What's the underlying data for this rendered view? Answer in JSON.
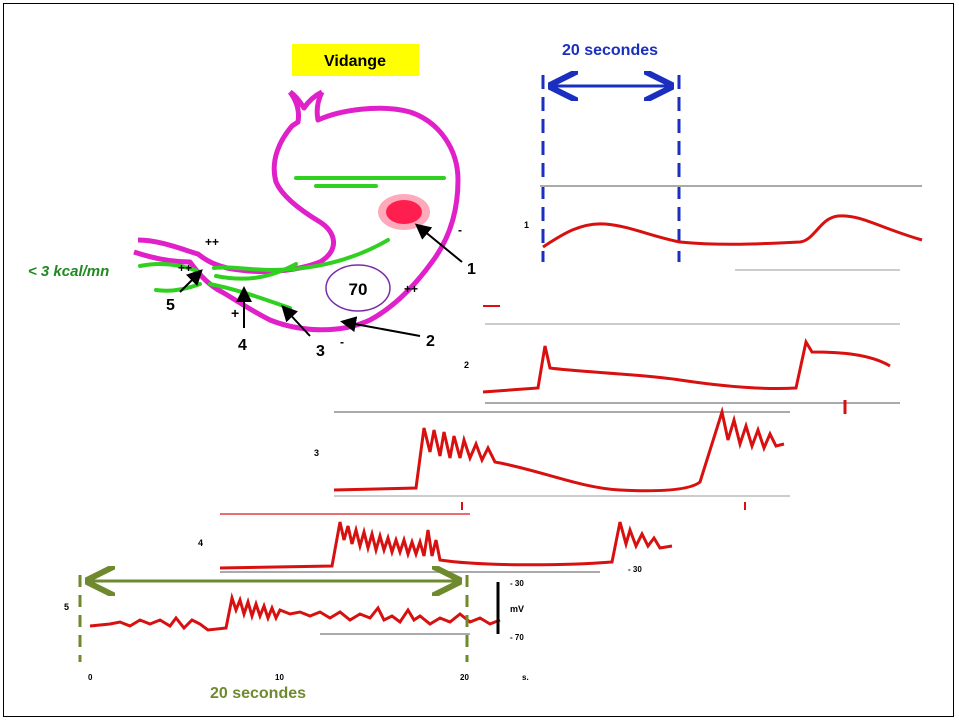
{
  "title": "Vidange",
  "caloric_label": "< 3 kcal/mn",
  "gastric_pressure": "70",
  "plus_marks": {
    "antrum_top": "++",
    "body": "++",
    "pylorus": "++",
    "duodenum_cross": "+"
  },
  "minus_marks": {
    "body": "-",
    "antrum": "-"
  },
  "site_labels": [
    "1",
    "2",
    "3",
    "4",
    "5"
  ],
  "trace_labels": [
    "1",
    "2",
    "3",
    "4",
    "5"
  ],
  "top_interval": "20 secondes",
  "bottom_interval": "20 secondes",
  "scale": {
    "unit": "mV",
    "top": "- 30",
    "bottom": "- 70",
    "side": "- 30"
  },
  "x_ticks": [
    "0",
    "10",
    "20",
    "s."
  ],
  "colors": {
    "stomach": "#e020c8",
    "flow": "#30d020",
    "trace": "#d81010",
    "top_marker": "#1a2fc0",
    "bottom_marker": "#6f8a2e",
    "title_bg": "#ffff00"
  }
}
